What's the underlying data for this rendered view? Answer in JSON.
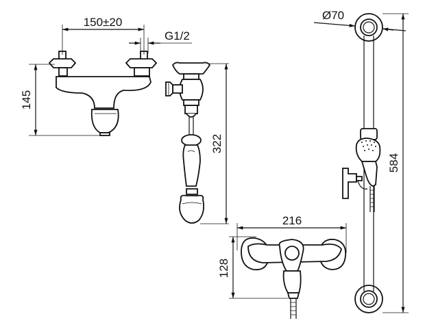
{
  "dimensions": {
    "mixer_width": "150±20",
    "thread": "G1/2",
    "mixer_height": "145",
    "handshower_height": "322",
    "diverter_width": "216",
    "diverter_height": "128",
    "rail_diameter": "Ø70",
    "rail_length": "584"
  }
}
